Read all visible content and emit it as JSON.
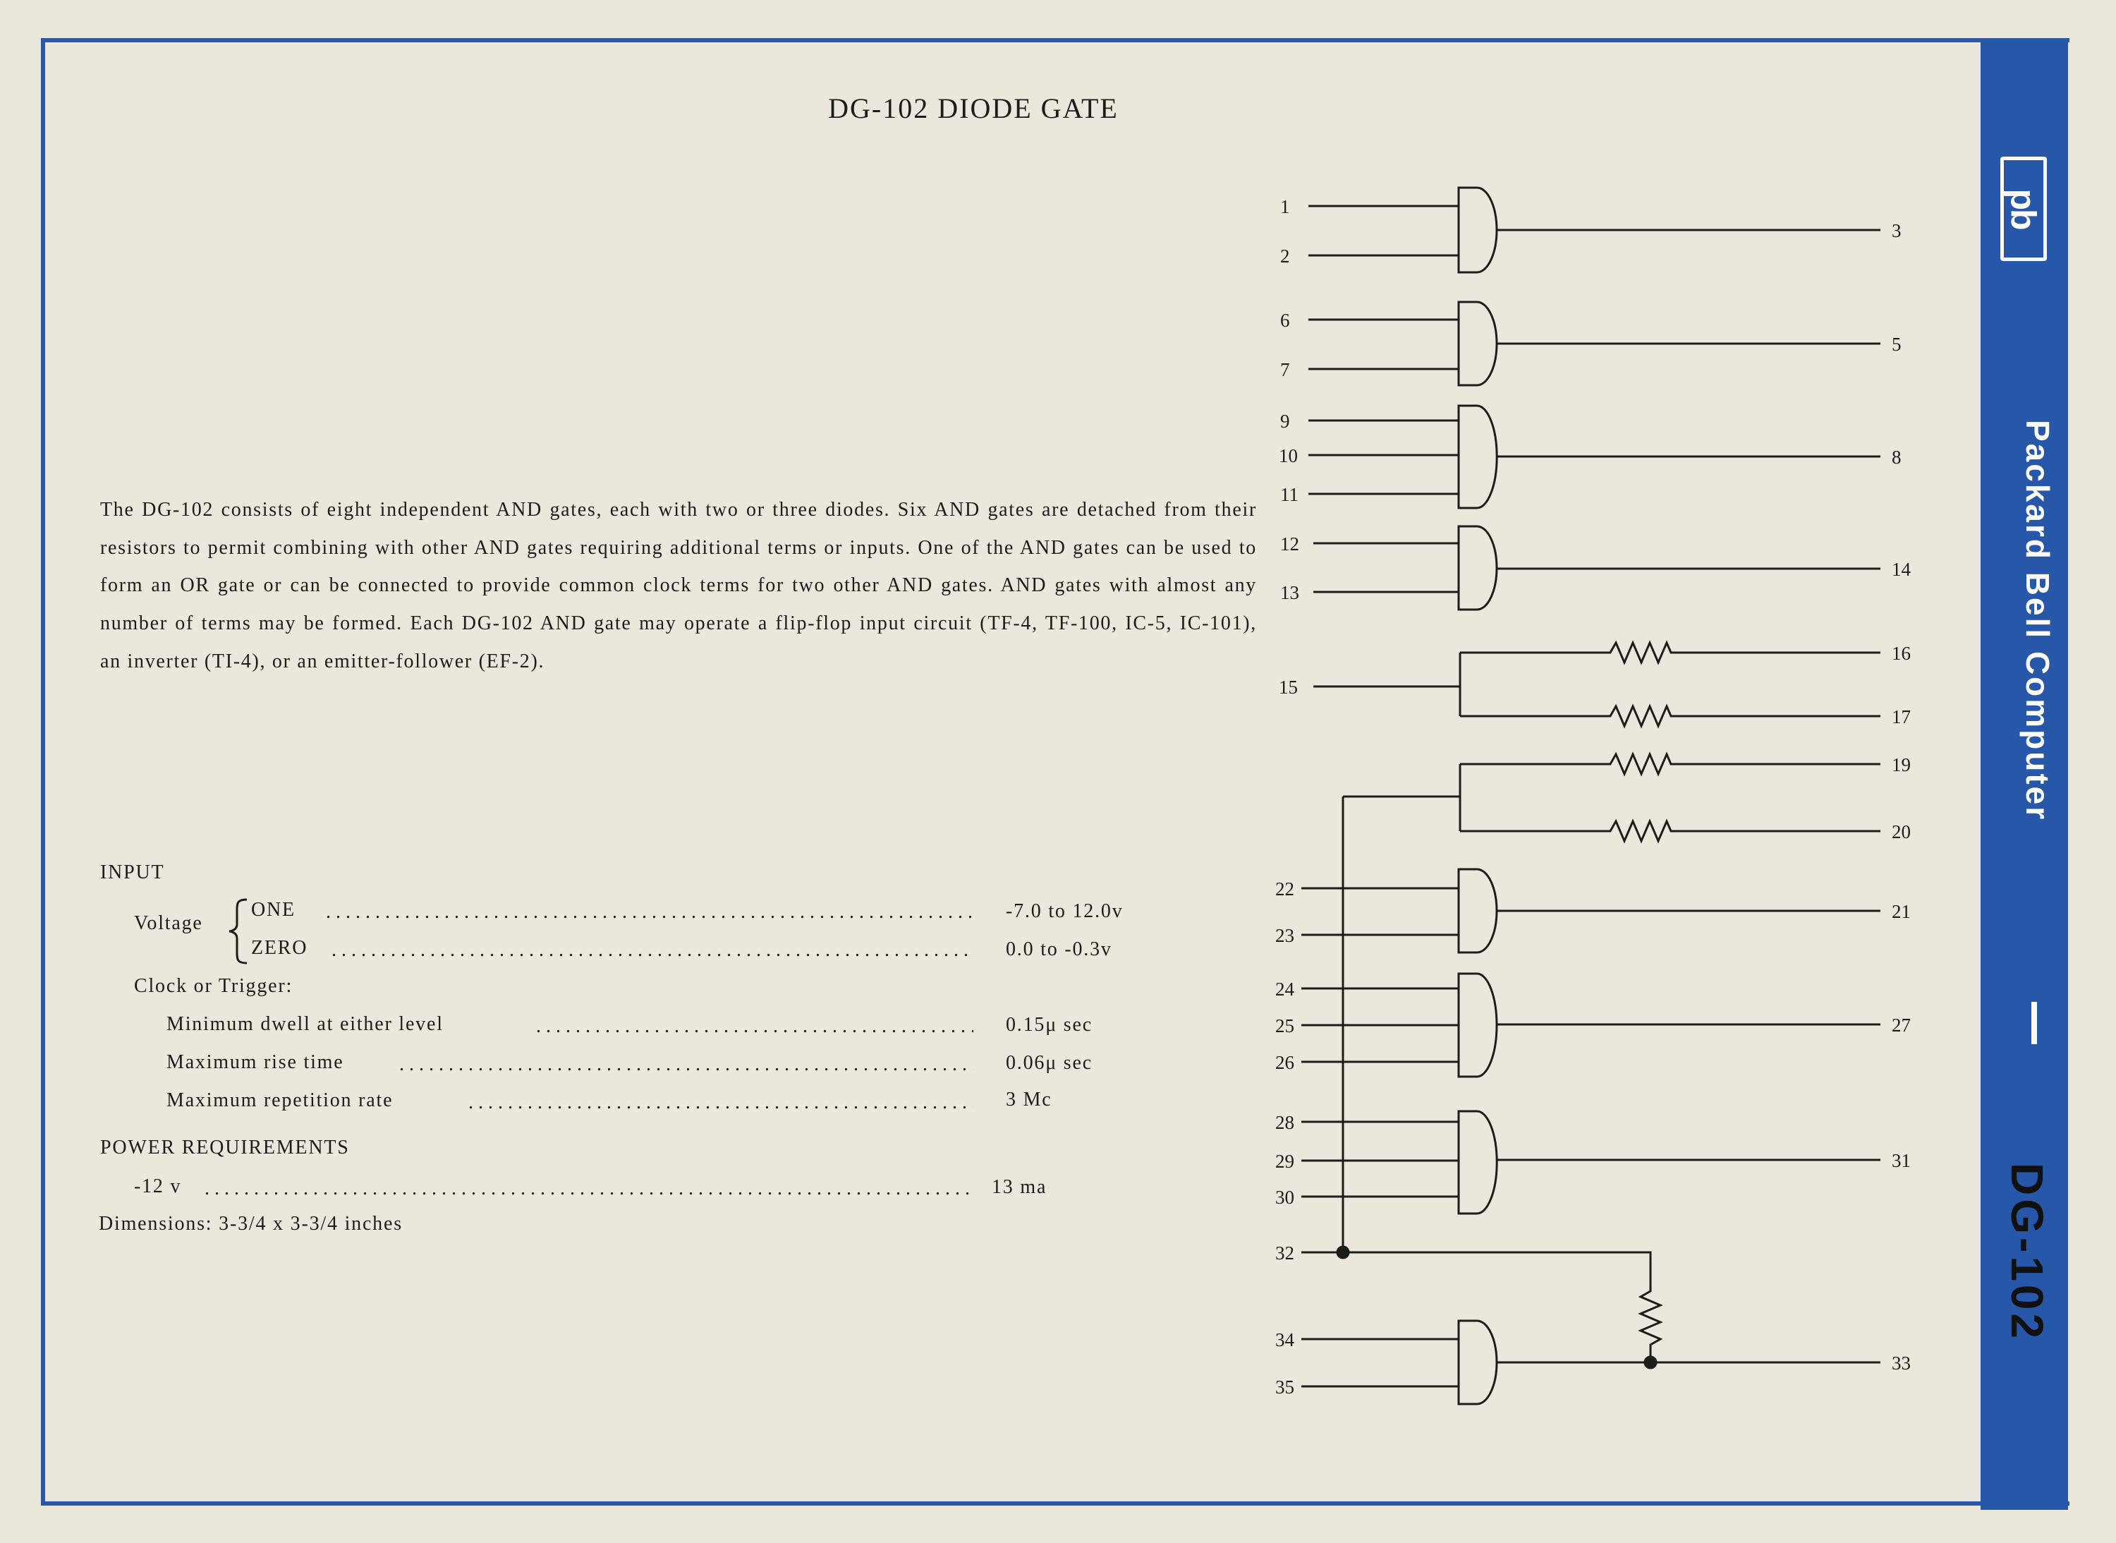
{
  "title": "DG-102 DIODE GATE",
  "description": "The DG-102 consists of eight independent AND gates, each with two or three diodes. Six AND gates are detached from their resistors to permit combining with other AND gates requiring additional terms or inputs. One of the AND gates can be used to form an OR gate or can be connected to provide common clock terms for two other AND gates. AND gates with almost any number of terms may be formed. Each DG-102 AND gate may operate a flip-flop input circuit (TF-4, TF-100, IC-5, IC-101), an inverter (TI-4), or an emitter-follower (EF-2).",
  "specs": {
    "input_heading": "INPUT",
    "voltage_label": "Voltage",
    "one_label": "ONE",
    "one_value": "-7.0 to 12.0v",
    "zero_label": "ZERO",
    "zero_value": "0.0 to -0.3v",
    "clock_label": "Clock or Trigger:",
    "dwell_label": "Minimum dwell at either level",
    "dwell_value": "0.15μ sec",
    "rise_label": "Maximum rise time",
    "rise_value": "0.06μ sec",
    "rep_label": "Maximum repetition rate",
    "rep_value": "3 Mc",
    "power_heading": "POWER REQUIREMENTS",
    "power_label": "-12 v",
    "power_value": "13 ma",
    "dimensions": "Dimensions: 3-3/4 x 3-3/4 inches"
  },
  "sidebar": {
    "logo": "pb",
    "company": "Packard Bell Computer",
    "model": "DG-102"
  },
  "pins": {
    "p1": "1",
    "p2": "2",
    "p3": "3",
    "p5": "5",
    "p6": "6",
    "p7": "7",
    "p8": "8",
    "p9": "9",
    "p10": "10",
    "p11": "11",
    "p12": "12",
    "p13": "13",
    "p14": "14",
    "p15": "15",
    "p16": "16",
    "p17": "17",
    "p19": "19",
    "p20": "20",
    "p21": "21",
    "p22": "22",
    "p23": "23",
    "p24": "24",
    "p25": "25",
    "p26": "26",
    "p27": "27",
    "p28": "28",
    "p29": "29",
    "p30": "30",
    "p31": "31",
    "p32": "32",
    "p33": "33",
    "p34": "34",
    "p35": "35"
  },
  "colors": {
    "band": "#2757a9",
    "paper": "#ebe7dc",
    "ink": "#1d1c19"
  }
}
